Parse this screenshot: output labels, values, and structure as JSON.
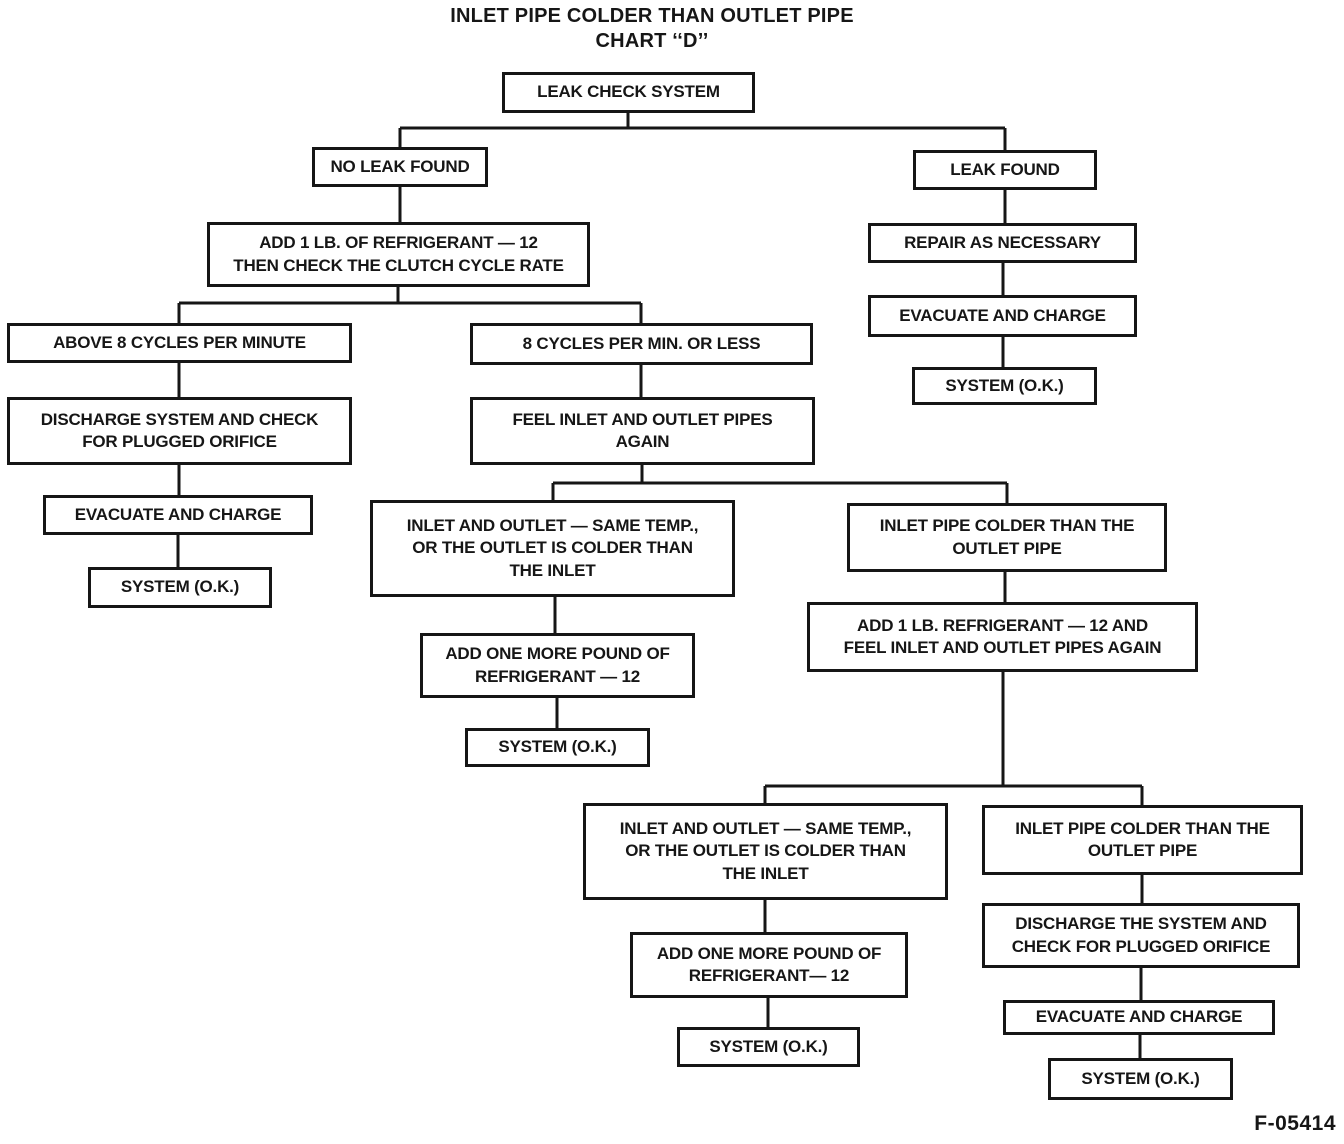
{
  "title": {
    "line1": "INLET PIPE COLDER THAN OUTLET PIPE",
    "line2": "CHART ‘‘D’’"
  },
  "figure_code": "F-05414",
  "colors": {
    "ink": "#161616",
    "paper": "#ffffff"
  },
  "nodes": [
    {
      "id": "leak-check-system",
      "label": "LEAK CHECK SYSTEM"
    },
    {
      "id": "no-leak-found",
      "label": "NO LEAK FOUND"
    },
    {
      "id": "leak-found",
      "label": "LEAK FOUND"
    },
    {
      "id": "add-refrigerant-check-clutch",
      "label": "ADD 1 LB. OF REFRIGERANT — 12\nTHEN CHECK THE CLUTCH CYCLE RATE"
    },
    {
      "id": "repair-as-necessary",
      "label": "REPAIR AS NECESSARY"
    },
    {
      "id": "evacuate-and-charge-a",
      "label": "EVACUATE AND CHARGE"
    },
    {
      "id": "system-ok-a",
      "label": "SYSTEM (O.K.)"
    },
    {
      "id": "above-8-cycles",
      "label": "ABOVE 8 CYCLES PER MINUTE"
    },
    {
      "id": "discharge-check-orifice-a",
      "label": "DISCHARGE SYSTEM AND CHECK\nFOR PLUGGED ORIFICE"
    },
    {
      "id": "evacuate-and-charge-b",
      "label": "EVACUATE AND CHARGE"
    },
    {
      "id": "system-ok-b",
      "label": "SYSTEM (O.K.)"
    },
    {
      "id": "eight-cycles-or-less",
      "label": "8 CYCLES PER MIN. OR LESS"
    },
    {
      "id": "feel-inlet-outlet-again",
      "label": "FEEL INLET AND OUTLET PIPES\nAGAIN"
    },
    {
      "id": "inlet-outlet-same-temp-a",
      "label": "INLET AND OUTLET — SAME TEMP.,\nOR THE OUTLET IS COLDER THAN\nTHE INLET"
    },
    {
      "id": "inlet-colder-than-outlet-a",
      "label": "INLET PIPE COLDER THAN THE\nOUTLET PIPE"
    },
    {
      "id": "add-one-more-pound-a",
      "label": "ADD ONE MORE POUND OF\nREFRIGERANT — 12"
    },
    {
      "id": "system-ok-c",
      "label": "SYSTEM (O.K.)"
    },
    {
      "id": "add-refrigerant-feel-again",
      "label": "ADD 1 LB. REFRIGERANT — 12 AND\nFEEL INLET AND OUTLET PIPES AGAIN"
    },
    {
      "id": "inlet-outlet-same-temp-b",
      "label": "INLET AND OUTLET — SAME TEMP.,\nOR THE OUTLET IS COLDER THAN\nTHE INLET"
    },
    {
      "id": "inlet-colder-than-outlet-b",
      "label": "INLET PIPE COLDER THAN THE\nOUTLET PIPE"
    },
    {
      "id": "add-one-more-pound-b",
      "label": "ADD ONE MORE POUND OF\nREFRIGERANT— 12"
    },
    {
      "id": "system-ok-d",
      "label": "SYSTEM (O.K.)"
    },
    {
      "id": "discharge-check-orifice-b",
      "label": "DISCHARGE THE SYSTEM AND\nCHECK FOR PLUGGED ORIFICE"
    },
    {
      "id": "evacuate-and-charge-c",
      "label": "EVACUATE AND CHARGE"
    },
    {
      "id": "system-ok-e",
      "label": "SYSTEM (O.K.)"
    }
  ],
  "edges": [
    [
      "leak-check-system",
      "no-leak-found"
    ],
    [
      "leak-check-system",
      "leak-found"
    ],
    [
      "no-leak-found",
      "add-refrigerant-check-clutch"
    ],
    [
      "add-refrigerant-check-clutch",
      "above-8-cycles"
    ],
    [
      "add-refrigerant-check-clutch",
      "eight-cycles-or-less"
    ],
    [
      "leak-found",
      "repair-as-necessary"
    ],
    [
      "repair-as-necessary",
      "evacuate-and-charge-a"
    ],
    [
      "evacuate-and-charge-a",
      "system-ok-a"
    ],
    [
      "above-8-cycles",
      "discharge-check-orifice-a"
    ],
    [
      "discharge-check-orifice-a",
      "evacuate-and-charge-b"
    ],
    [
      "evacuate-and-charge-b",
      "system-ok-b"
    ],
    [
      "eight-cycles-or-less",
      "feel-inlet-outlet-again"
    ],
    [
      "feel-inlet-outlet-again",
      "inlet-outlet-same-temp-a"
    ],
    [
      "feel-inlet-outlet-again",
      "inlet-colder-than-outlet-a"
    ],
    [
      "inlet-outlet-same-temp-a",
      "add-one-more-pound-a"
    ],
    [
      "add-one-more-pound-a",
      "system-ok-c"
    ],
    [
      "inlet-colder-than-outlet-a",
      "add-refrigerant-feel-again"
    ],
    [
      "add-refrigerant-feel-again",
      "inlet-outlet-same-temp-b"
    ],
    [
      "add-refrigerant-feel-again",
      "inlet-colder-than-outlet-b"
    ],
    [
      "inlet-outlet-same-temp-b",
      "add-one-more-pound-b"
    ],
    [
      "add-one-more-pound-b",
      "system-ok-d"
    ],
    [
      "inlet-colder-than-outlet-b",
      "discharge-check-orifice-b"
    ],
    [
      "discharge-check-orifice-b",
      "evacuate-and-charge-c"
    ],
    [
      "evacuate-and-charge-c",
      "system-ok-e"
    ]
  ]
}
